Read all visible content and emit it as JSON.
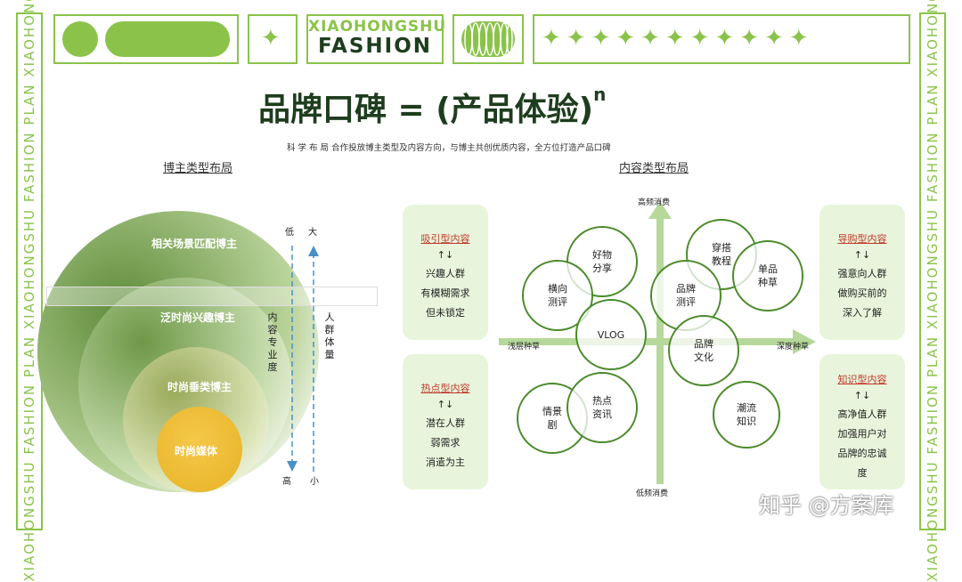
{
  "side_text": "XIAOHONGSHU FASHION PLAN XIAOHONGSHU FASHION PLAN XIAOHONGSHU",
  "brand": {
    "line1": "XIAOHONGSHU",
    "line2": "FASHION"
  },
  "title": {
    "main": "品牌口碑 = (产品体验)",
    "exp": "n"
  },
  "subtitle": "科 学 布 局  合作投放博主类型及内容方向，与博主共创优质内容，全方位打造产品口碑",
  "left": {
    "title": "博主类型布局",
    "layers": [
      "相关场景匹配博主",
      "泛时尚兴趣博主",
      "时尚垂类博主",
      "时尚媒体"
    ],
    "axis1": {
      "top": "低",
      "bottom": "高",
      "label": "内容专业度"
    },
    "axis2": {
      "top": "大",
      "bottom": "小",
      "label": "人群体量"
    }
  },
  "right": {
    "title": "内容类型布局",
    "axis": {
      "top": "高频消费",
      "bottom": "低频消费",
      "left": "浅层种草",
      "right": "深度种草"
    },
    "bubbles": [
      "好物\n分享",
      "横向\n测评",
      "VLOG",
      "穿搭\n教程",
      "单品\n种草",
      "品牌\n测评",
      "品牌\n文化",
      "情景\n剧",
      "热点\n资讯",
      "潮流\n知识"
    ]
  },
  "cards": [
    {
      "title": "吸引型内容",
      "arrow": "↑↓",
      "lines": [
        "兴趣人群",
        "有模糊需求",
        "但未锁定"
      ]
    },
    {
      "title": "热点型内容",
      "arrow": "↑↓",
      "lines": [
        "潜在人群",
        "弱需求",
        "消遣为主"
      ]
    },
    {
      "title": "导购型内容",
      "arrow": "↑↓",
      "lines": [
        "强意向人群",
        "做购买前的",
        "深入了解"
      ]
    },
    {
      "title": "知识型内容",
      "arrow": "↑↓",
      "lines": [
        "高净值人群",
        "加强用户对",
        "品牌的忠诚",
        "度"
      ]
    }
  ],
  "watermark": "知乎 @方案库",
  "colors": {
    "accent": "#8bc34a",
    "dark_green": "#1e3d1e",
    "card_bg": "#e8f5dc",
    "card_title": "#c0392b",
    "core": "#f0c23a"
  }
}
